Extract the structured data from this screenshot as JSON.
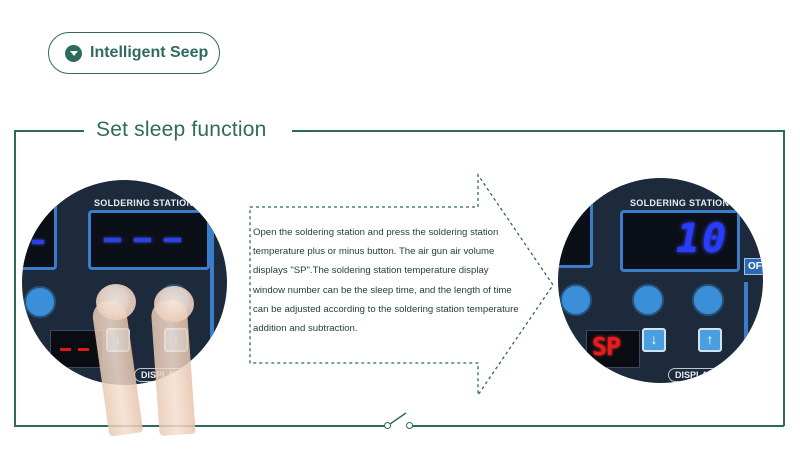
{
  "header": {
    "pill_label": "Intelligent Seep",
    "pill_icon": "chevron-down-icon"
  },
  "section": {
    "title": "Set sleep function"
  },
  "description": "Open the soldering station and press the soldering station temperature plus or minus button. The air gun air volume displays \"SP\".The soldering station temperature display window number can be the sleep time, and the length of time can be adjusted according to the soldering station temperature addition and subtraction.",
  "left_panel": {
    "station_label": "SOLDERING STATION",
    "display_label": "DISPLAY",
    "red_readout": "--",
    "blue_readout": "---"
  },
  "right_panel": {
    "station_label": "SOLDERING STATION",
    "display_label": "DISPLAY",
    "off_label": "OFF",
    "red_readout": "SP",
    "blue_readout": "10"
  },
  "colors": {
    "accent": "#2f6b5d",
    "panel": "#1c2a3b",
    "lcd_blue": "#2a3cff",
    "lcd_red": "#e81c1c"
  }
}
